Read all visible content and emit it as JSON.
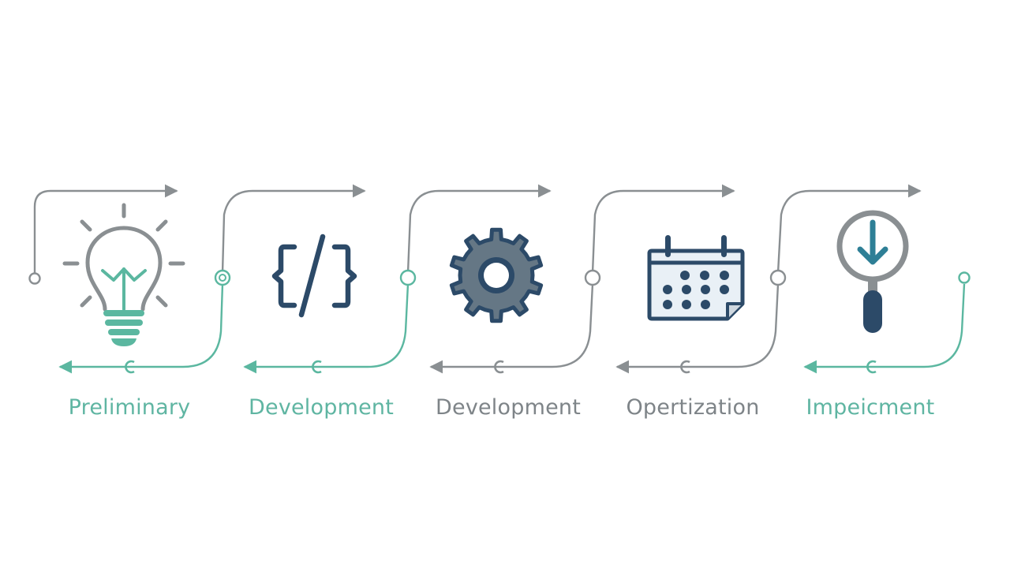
{
  "colors": {
    "teal": "#5bb7a0",
    "gray": "#8a8f92",
    "navy": "#2c4a68",
    "slate": "#657785",
    "label_teal": "#5fb5a2",
    "label_gray": "#7e8488"
  },
  "stages": [
    {
      "label": "Preliminary",
      "icon": "lightbulb-icon",
      "label_color": "teal"
    },
    {
      "label": "Development",
      "icon": "code-brackets-icon",
      "label_color": "teal"
    },
    {
      "label": "Development",
      "icon": "gear-icon",
      "label_color": "gray"
    },
    {
      "label": "Opertization",
      "icon": "calendar-icon",
      "label_color": "gray"
    },
    {
      "label": "Impeicment",
      "icon": "magnifier-download-icon",
      "label_color": "teal"
    }
  ]
}
